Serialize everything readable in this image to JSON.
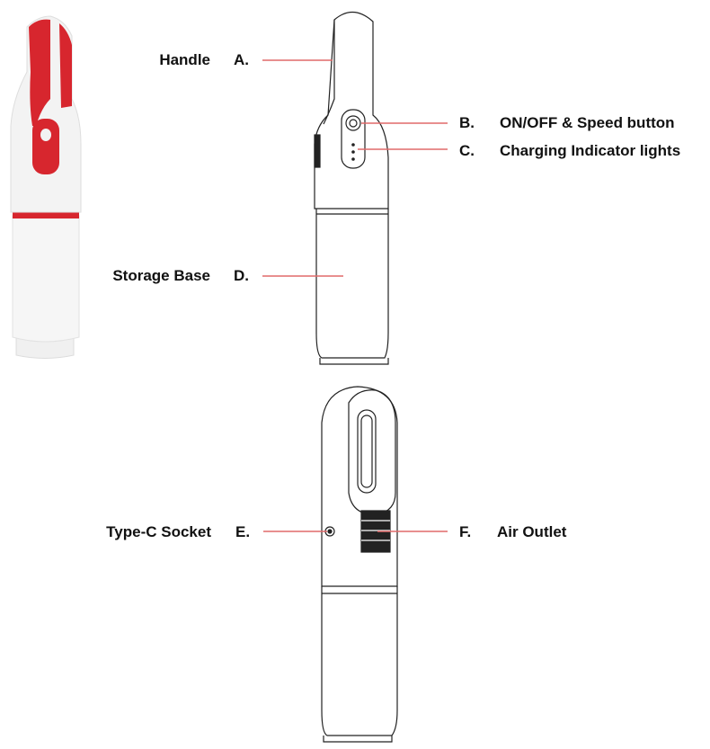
{
  "colors": {
    "accent": "#d7262e",
    "leader_line": "#e06a6a",
    "outline": "#222222"
  },
  "labels": [
    {
      "letter": "A.",
      "text": "Handle"
    },
    {
      "letter": "B.",
      "text": "ON/OFF & Speed button"
    },
    {
      "letter": "C.",
      "text": "Charging Indicator lights"
    },
    {
      "letter": "D.",
      "text": "Storage Base"
    },
    {
      "letter": "E.",
      "text": "Type-C Socket"
    },
    {
      "letter": "F.",
      "text": "Air Outlet"
    }
  ]
}
